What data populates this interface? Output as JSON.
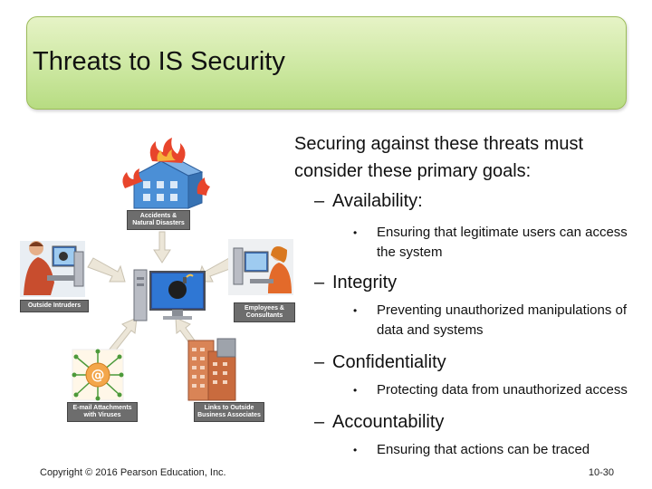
{
  "slide": {
    "title": "Threats to IS Security",
    "lead_line1": "Securing against these threats must",
    "lead_line2": "consider these primary goals:",
    "dash": "–",
    "bullet": "•",
    "goals": [
      {
        "name": "Availability:",
        "detail": "Ensuring that legitimate users can access the system"
      },
      {
        "name": "Integrity",
        "detail": "Preventing unauthorized manipulations of data and systems"
      },
      {
        "name": "Confidentiality",
        "detail": "Protecting data from unauthorized access"
      },
      {
        "name": "Accountability",
        "detail": "Ensuring that actions can be traced"
      }
    ],
    "copyright": "Copyright © 2016 Pearson Education, Inc.",
    "page_number": "10-30"
  },
  "diagram": {
    "nodes": [
      {
        "label_line1": "Accidents &",
        "label_line2": "Natural Disasters"
      },
      {
        "label_line1": "Outside Intruders",
        "label_line2": ""
      },
      {
        "label_line1": "Employees &",
        "label_line2": "Consultants"
      },
      {
        "label_line1": "E-mail Attachments",
        "label_line2": "with Viruses"
      },
      {
        "label_line1": "Links to Outside",
        "label_line2": "Business Associates"
      }
    ]
  },
  "colors": {
    "title_green": "#cde8a2",
    "arrow": "#e9e4d8",
    "label_bg": "#6d6d6d",
    "email_orange": "#f3a64b"
  }
}
